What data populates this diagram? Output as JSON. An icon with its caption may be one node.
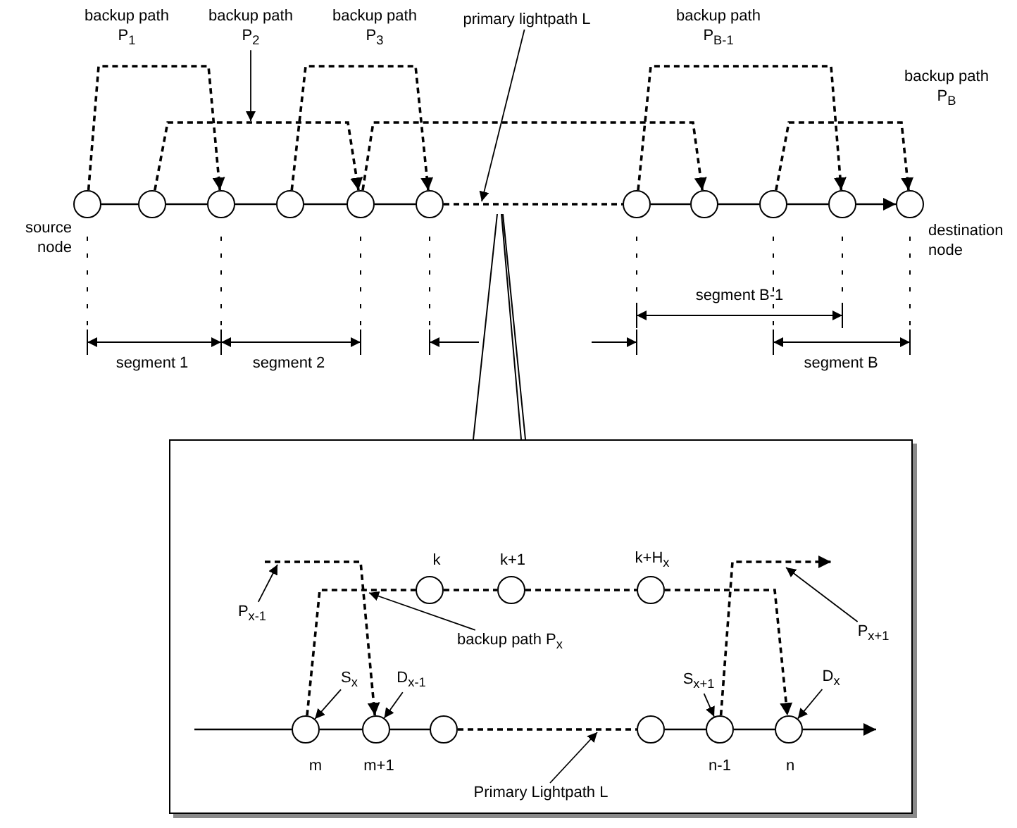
{
  "diagram": {
    "nodes": [
      {
        "text": [],
        "shape": "circle",
        "beside": [
          "source node"
        ]
      },
      {
        "text": [],
        "shape": "circle"
      },
      {
        "text": [],
        "shape": "circle"
      },
      {
        "text": [],
        "shape": "circle"
      },
      {
        "text": [],
        "shape": "circle"
      },
      {
        "text": [],
        "shape": "circle"
      },
      {
        "text": [],
        "shape": "circle"
      },
      {
        "text": [],
        "shape": "circle"
      },
      {
        "text": [],
        "shape": "circle"
      },
      {
        "text": [],
        "shape": "circle"
      },
      {
        "text": [],
        "shape": "circle",
        "beside": [
          "destination node"
        ]
      },
      {
        "text": [
          "backup path P$_{2}$"
        ]
      },
      {
        "text": [
          "primary lightpath L"
        ]
      },
      {
        "text": [],
        "shape": "box"
      },
      {
        "text": [],
        "shape": "circle",
        "in": 13,
        "beside": [
          "k"
        ]
      },
      {
        "text": [],
        "shape": "circle",
        "in": 13,
        "beside": [
          "k+1"
        ]
      },
      {
        "text": [],
        "shape": "circle",
        "in": 13,
        "beside": [
          "k+H$_{x}$"
        ]
      },
      {
        "text": [],
        "shape": "circle",
        "in": 13,
        "beside": [
          "m"
        ]
      },
      {
        "text": [],
        "shape": "circle",
        "in": 13,
        "beside": [
          "m+1"
        ]
      },
      {
        "text": [],
        "shape": "circle",
        "in": 13
      },
      {
        "text": [],
        "shape": "circle",
        "in": 13
      },
      {
        "text": [],
        "shape": "circle",
        "in": 13,
        "beside": [
          "n-1"
        ]
      },
      {
        "text": [],
        "shape": "circle",
        "in": 13,
        "beside": [
          "n"
        ]
      },
      {
        "text": [
          "P$_{x-1}$"
        ],
        "in": 13
      },
      {
        "text": [
          "backup path P$_{x}$"
        ],
        "in": 13
      },
      {
        "text": [
          "P$_{x+1}$"
        ],
        "in": 13
      },
      {
        "text": [
          "S$_{x}$"
        ],
        "in": 13
      },
      {
        "text": [
          "D$_{x-1}$"
        ],
        "in": 13
      },
      {
        "text": [
          "S$_{x+1}$"
        ],
        "in": 13
      },
      {
        "text": [
          "D$_{x}$"
        ],
        "in": 13
      },
      {
        "text": [
          "Primary Lightpath L"
        ],
        "in": 13
      }
    ],
    "edges": [
      {
        "from": 0,
        "to": 1,
        "arrow": "none"
      },
      {
        "from": 1,
        "to": 2,
        "arrow": "none"
      },
      {
        "from": 2,
        "to": 3,
        "arrow": "none"
      },
      {
        "from": 3,
        "to": 4,
        "arrow": "none"
      },
      {
        "from": 4,
        "to": 5,
        "arrow": "none"
      },
      {
        "from": 5,
        "to": 6,
        "arrow": "none",
        "style": "dashed"
      },
      {
        "from": 6,
        "to": 7,
        "arrow": "none"
      },
      {
        "from": 7,
        "to": 8,
        "arrow": "none"
      },
      {
        "from": 8,
        "to": 9,
        "arrow": "none"
      },
      {
        "from": 9,
        "to": 10,
        "arrow": "to"
      },
      {
        "from": 0,
        "to": 2,
        "arrow": "to",
        "style": "dashed"
      },
      {
        "from": 1,
        "to": 4,
        "arrow": "to",
        "style": "dashed"
      },
      {
        "from": 3,
        "to": 5,
        "arrow": "to",
        "style": "dashed"
      },
      {
        "from": 4,
        "to": 7,
        "arrow": "to",
        "style": "dashed"
      },
      {
        "from": 6,
        "to": 9,
        "arrow": "to",
        "style": "dashed"
      },
      {
        "from": 8,
        "to": 10,
        "arrow": "to",
        "style": "dashed"
      },
      {
        "from": 11,
        "to": null,
        "arrow": "to"
      },
      {
        "from": 12,
        "to": null,
        "arrow": "to"
      },
      {
        "from": null,
        "to": 17,
        "arrow": "none"
      },
      {
        "from": 17,
        "to": 18,
        "arrow": "none"
      },
      {
        "from": 18,
        "to": 19,
        "arrow": "none"
      },
      {
        "from": 19,
        "to": 20,
        "arrow": "none",
        "style": "dashed"
      },
      {
        "from": 20,
        "to": 21,
        "arrow": "none"
      },
      {
        "from": 21,
        "to": 22,
        "arrow": "none"
      },
      {
        "from": 22,
        "to": null,
        "arrow": "to"
      },
      {
        "from": 14,
        "to": 15,
        "arrow": "none",
        "style": "dashed"
      },
      {
        "from": 15,
        "to": 16,
        "arrow": "none",
        "style": "dashed"
      },
      {
        "from": null,
        "to": 18,
        "arrow": "to",
        "style": "dashed"
      },
      {
        "from": 17,
        "to": 14,
        "arrow": "none",
        "style": "dashed"
      },
      {
        "from": 16,
        "to": 22,
        "arrow": "to",
        "style": "dashed"
      },
      {
        "from": 21,
        "to": null,
        "arrow": "to",
        "style": "dashed"
      },
      {
        "from": 23,
        "to": null,
        "arrow": "to"
      },
      {
        "from": 24,
        "to": null,
        "arrow": "to"
      },
      {
        "from": 25,
        "to": null,
        "arrow": "to"
      },
      {
        "from": 26,
        "to": 17,
        "arrow": "to"
      },
      {
        "from": 27,
        "to": 18,
        "arrow": "to"
      },
      {
        "from": 28,
        "to": 21,
        "arrow": "to"
      },
      {
        "from": 29,
        "to": 22,
        "arrow": "to"
      },
      {
        "from": 30,
        "to": null,
        "arrow": "to"
      }
    ],
    "labels": [
      "backup path P$_{1}$",
      "backup path P$_{3}$",
      "backup path P$_{B-1}$",
      "backup path P$_{B}$",
      "segment B-1",
      "segment 1",
      "segment 2",
      "segment B"
    ]
  }
}
